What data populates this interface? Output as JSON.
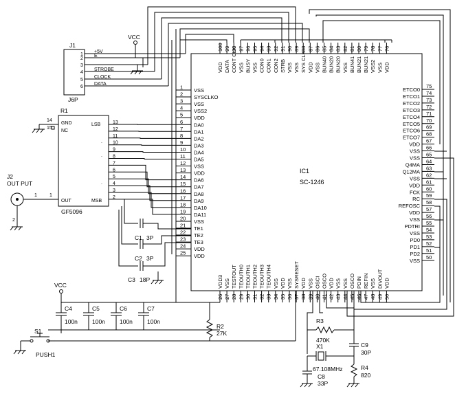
{
  "ic1": {
    "ref": "IC1",
    "part": "SC-1246",
    "left_pins": [
      {
        "num": "1",
        "name": "VSS"
      },
      {
        "num": "2",
        "name": "SYSCLKO"
      },
      {
        "num": "3",
        "name": "VSS"
      },
      {
        "num": "4",
        "name": "VSS2"
      },
      {
        "num": "5",
        "name": "VDD"
      },
      {
        "num": "6",
        "name": "DA0"
      },
      {
        "num": "7",
        "name": "DA1"
      },
      {
        "num": "8",
        "name": "DA2"
      },
      {
        "num": "9",
        "name": "DA3"
      },
      {
        "num": "10",
        "name": "DA4"
      },
      {
        "num": "11",
        "name": "DA5"
      },
      {
        "num": "12",
        "name": "VSS"
      },
      {
        "num": "13",
        "name": "VDD"
      },
      {
        "num": "14",
        "name": "DA6"
      },
      {
        "num": "15",
        "name": "DA7"
      },
      {
        "num": "16",
        "name": "DA8"
      },
      {
        "num": "17",
        "name": "DA9"
      },
      {
        "num": "18",
        "name": "DA10"
      },
      {
        "num": "19",
        "name": "DA11"
      },
      {
        "num": "20",
        "name": "VSS"
      },
      {
        "num": "21",
        "name": "TE1"
      },
      {
        "num": "22",
        "name": "TE2"
      },
      {
        "num": "23",
        "name": "TE3"
      },
      {
        "num": "24",
        "name": "VDD"
      },
      {
        "num": "25",
        "name": "VDD"
      }
    ],
    "right_pins": [
      {
        "num": "75",
        "name": "ETCO0"
      },
      {
        "num": "74",
        "name": "ETCO1"
      },
      {
        "num": "73",
        "name": "ETCO2"
      },
      {
        "num": "72",
        "name": "ETCO3"
      },
      {
        "num": "71",
        "name": "ETCO4"
      },
      {
        "num": "70",
        "name": "ETCO5"
      },
      {
        "num": "69",
        "name": "ETCO6"
      },
      {
        "num": "68",
        "name": "ETCO7"
      },
      {
        "num": "67",
        "name": "VDD"
      },
      {
        "num": "66",
        "name": "VSS"
      },
      {
        "num": "65",
        "name": "VSS"
      },
      {
        "num": "64",
        "name": "Q4MA"
      },
      {
        "num": "63",
        "name": "Q12MA"
      },
      {
        "num": "62",
        "name": "VSS"
      },
      {
        "num": "61",
        "name": "VDD"
      },
      {
        "num": "60",
        "name": "FCK"
      },
      {
        "num": "59",
        "name": "RC"
      },
      {
        "num": "58",
        "name": "REFOSC"
      },
      {
        "num": "57",
        "name": "VDD"
      },
      {
        "num": "56",
        "name": "VSS"
      },
      {
        "num": "55",
        "name": "PDTRI"
      },
      {
        "num": "54",
        "name": "VSS"
      },
      {
        "num": "53",
        "name": "PD0"
      },
      {
        "num": "52",
        "name": "PD1"
      },
      {
        "num": "51",
        "name": "PD2"
      },
      {
        "num": "50",
        "name": "VSS"
      }
    ],
    "top_pins": [
      {
        "num": "100",
        "name": "VDD"
      },
      {
        "num": "99",
        "name": "DATA"
      },
      {
        "num": "98",
        "name": "CONT CLK"
      },
      {
        "num": "97",
        "name": "VSS"
      },
      {
        "num": "96",
        "name": "BUSY"
      },
      {
        "num": "95",
        "name": "VSS"
      },
      {
        "num": "94",
        "name": "CON0"
      },
      {
        "num": "93",
        "name": "CON1"
      },
      {
        "num": "92",
        "name": "CON2"
      },
      {
        "num": "91",
        "name": "STRB"
      },
      {
        "num": "90",
        "name": "VSS"
      },
      {
        "num": "89",
        "name": "VSS"
      },
      {
        "num": "88",
        "name": "SYS CLK"
      },
      {
        "num": "87",
        "name": "VDD"
      },
      {
        "num": "86",
        "name": "VSS"
      },
      {
        "num": "85",
        "name": "BUN40"
      },
      {
        "num": "84",
        "name": "BUN20"
      },
      {
        "num": "83",
        "name": "BUN20"
      },
      {
        "num": "82",
        "name": "VSS"
      },
      {
        "num": "81",
        "name": "BUN41"
      },
      {
        "num": "80",
        "name": "BUN21"
      },
      {
        "num": "79",
        "name": "BUN21"
      },
      {
        "num": "78",
        "name": "VSS2"
      },
      {
        "num": "77",
        "name": "VSS"
      },
      {
        "num": "76",
        "name": "VDD"
      }
    ],
    "bottom_pins": [
      {
        "num": "26",
        "name": "VDD3"
      },
      {
        "num": "27",
        "name": "VSS"
      },
      {
        "num": "28",
        "name": "TESTOUT"
      },
      {
        "num": "29",
        "name": "TEOUTH0"
      },
      {
        "num": "30",
        "name": "TEOUTH1"
      },
      {
        "num": "31",
        "name": "TEOUTH2"
      },
      {
        "num": "32",
        "name": "TEOUTH3"
      },
      {
        "num": "33",
        "name": "TEOUTH4"
      },
      {
        "num": "34",
        "name": "VSS"
      },
      {
        "num": "35",
        "name": "VDD"
      },
      {
        "num": "36",
        "name": "VSS"
      },
      {
        "num": "37",
        "name": "SYSRESET"
      },
      {
        "num": "38",
        "name": "VDD"
      },
      {
        "num": "39",
        "name": "VSS"
      },
      {
        "num": "40",
        "name": "OSCI"
      },
      {
        "num": "41",
        "name": "OSCO"
      },
      {
        "num": "42",
        "name": "VDD"
      },
      {
        "num": "43",
        "name": "VSS"
      },
      {
        "num": "44",
        "name": "VSS"
      },
      {
        "num": "45",
        "name": "OSCO"
      },
      {
        "num": "46",
        "name": "PDIN"
      },
      {
        "num": "47",
        "name": "REFIN"
      },
      {
        "num": "48",
        "name": "VSS"
      },
      {
        "num": "49",
        "name": "DIVOUT"
      },
      {
        "num": "50",
        "name": "VDD"
      }
    ]
  },
  "j1": {
    "ref": "J1",
    "part": "J6P",
    "pins": [
      {
        "num": "1",
        "name": "+5V"
      },
      {
        "num": "2",
        "name": "E"
      },
      {
        "num": "3",
        "name": ""
      },
      {
        "num": "4",
        "name": "STROBE"
      },
      {
        "num": "5",
        "name": "CLOCK"
      },
      {
        "num": "6",
        "name": "DATA"
      }
    ]
  },
  "vcc_label": "VCC",
  "r1": {
    "ref": "R1",
    "part": "GF5096",
    "gnd": "GND",
    "nc": "NC",
    "lsb": "LSB",
    "msb": "MSB",
    "out": "OUT",
    "pin14": "14",
    "pin15": "15",
    "right_nums": [
      "13",
      "12",
      "11",
      "10",
      "9",
      "8",
      "7",
      "6",
      "5",
      "4",
      "3",
      "2"
    ],
    "out_num": "1"
  },
  "j2": {
    "ref": "J2",
    "label": "OUT PUT",
    "pin1": "1",
    "pin2": "2"
  },
  "caps_te": [
    {
      "ref": "C1",
      "value": "3P"
    },
    {
      "ref": "C2",
      "value": "3P"
    },
    {
      "ref": "C3",
      "value": "18P"
    }
  ],
  "caps_bottom": [
    {
      "ref": "C4",
      "value": "100n"
    },
    {
      "ref": "C5",
      "value": "100n"
    },
    {
      "ref": "C6",
      "value": "100n"
    },
    {
      "ref": "C7",
      "value": "100n"
    }
  ],
  "r2": {
    "ref": "R2",
    "value": "27K"
  },
  "s1": {
    "ref": "S1",
    "part": "PUSH1"
  },
  "r3": {
    "ref": "R3",
    "value": "470K"
  },
  "x1": {
    "ref": "X1",
    "value": "67.108MHz"
  },
  "c8": {
    "ref": "C8",
    "value": "33P"
  },
  "c9": {
    "ref": "C9",
    "value": "30P"
  },
  "r4": {
    "ref": "R4",
    "value": "820"
  }
}
